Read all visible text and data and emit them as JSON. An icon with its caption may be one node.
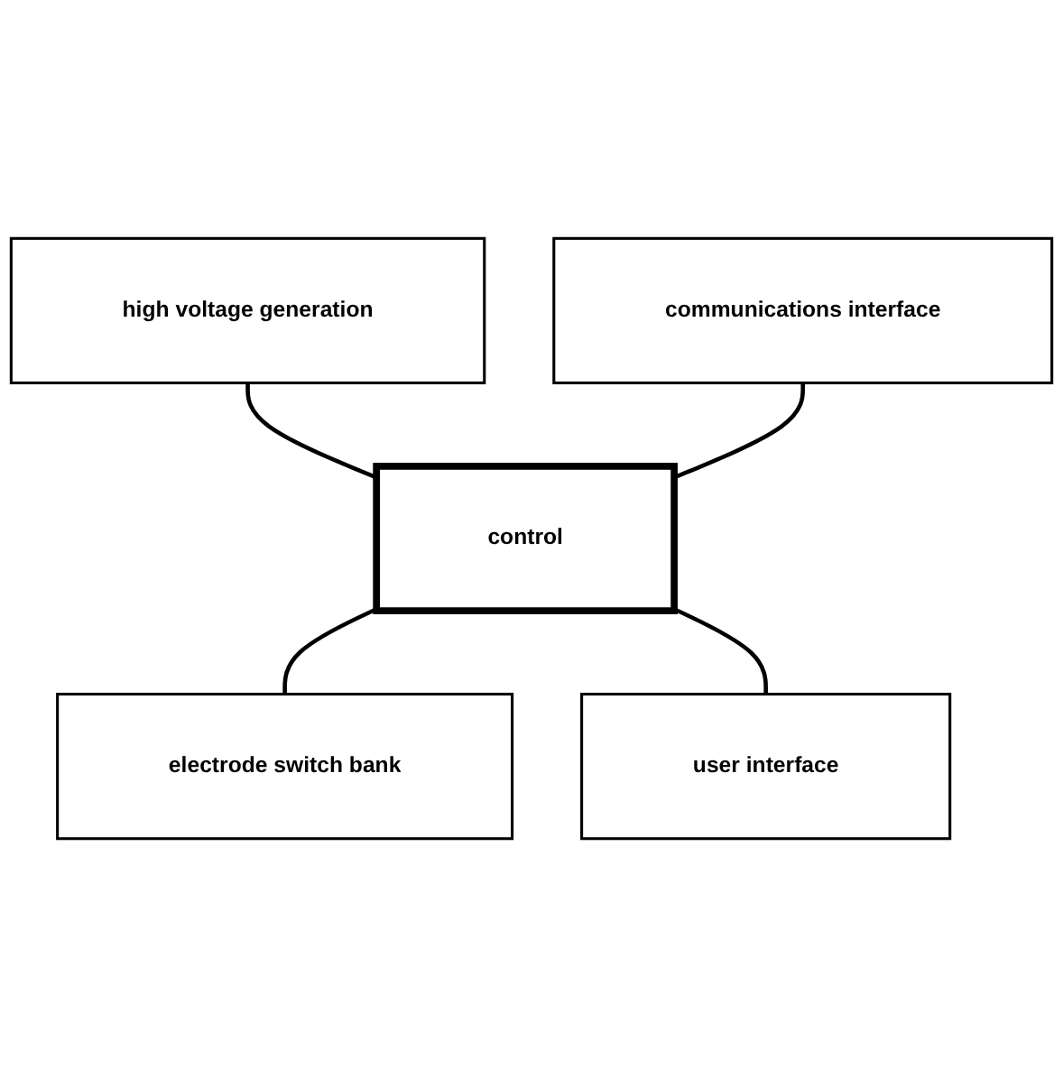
{
  "diagram": {
    "nodes": [
      {
        "text": [
          "high voltage generation"
        ]
      },
      {
        "text": [
          "communications interface"
        ]
      },
      {
        "text": [
          "control"
        ]
      },
      {
        "text": [
          "electrode switch bank"
        ]
      },
      {
        "text": [
          "user interface"
        ]
      }
    ],
    "edges": [
      {
        "from": 0,
        "to": 2,
        "arrow": "none"
      },
      {
        "from": 1,
        "to": 2,
        "arrow": "none"
      },
      {
        "from": 2,
        "to": 3,
        "arrow": "none"
      },
      {
        "from": 2,
        "to": 4,
        "arrow": "none"
      }
    ]
  }
}
